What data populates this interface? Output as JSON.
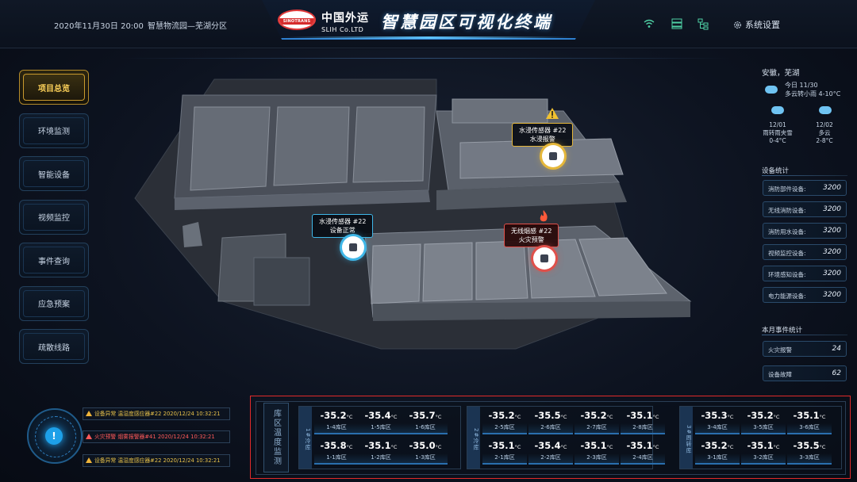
{
  "header": {
    "datetime": "2020年11月30日 20:00",
    "location": "智慧物流园—芜湖分区",
    "logo_text": "SINOTRANS",
    "brand_cn": "中国外运",
    "brand_en": "SLIH Co.LTD",
    "title": "智慧园区可视化终端",
    "settings_label": "系统设置",
    "icons": [
      "wifi-icon",
      "server-icon",
      "org-chart-icon",
      "gear-icon"
    ]
  },
  "nav": [
    {
      "label": "项目总览",
      "active": true
    },
    {
      "label": "环境监测",
      "active": false
    },
    {
      "label": "智能设备",
      "active": false
    },
    {
      "label": "视频监控",
      "active": false
    },
    {
      "label": "事件查询",
      "active": false
    },
    {
      "label": "应急预案",
      "active": false
    },
    {
      "label": "疏散线路",
      "active": false
    }
  ],
  "markers": [
    {
      "title": "水浸传感器 #22",
      "status": "水浸报警",
      "color": "yellow",
      "icon": "warning-icon"
    },
    {
      "title": "水浸传感器 #22",
      "status": "设备正常",
      "color": "cyan",
      "icon": "sensor-icon"
    },
    {
      "title": "无线烟感 #22",
      "status": "火灾预警",
      "color": "red",
      "icon": "fire-icon"
    }
  ],
  "weather": {
    "city": "安徽，芜湖",
    "today_label": "今日 11/30",
    "today_desc": "多云转小雨 4-10°C",
    "forecast": [
      {
        "date": "12/01",
        "desc": "雨转雨夹雪",
        "temp": "0-4°C"
      },
      {
        "date": "12/02",
        "desc": "多云",
        "temp": "2-8°C"
      }
    ]
  },
  "device_stats": {
    "title": "设备统计",
    "items": [
      {
        "label": "消防部件设备:",
        "value": "3200"
      },
      {
        "label": "无线消防设备:",
        "value": "3200"
      },
      {
        "label": "消防用水设备:",
        "value": "3200"
      },
      {
        "label": "视频监控设备:",
        "value": "3200"
      },
      {
        "label": "环境感知设备:",
        "value": "3200"
      },
      {
        "label": "电力能源设备:",
        "value": "3200"
      }
    ]
  },
  "event_stats": {
    "title": "本月事件统计",
    "items": [
      {
        "label": "火灾报警",
        "value": "24"
      },
      {
        "label": "设备故障",
        "value": "62"
      }
    ]
  },
  "alerts": [
    {
      "text": "设备异常 温湿度感应器#22 2020/12/24 10:32:21",
      "level": "warn"
    },
    {
      "text": "火灾预警 烟雾报警器#41 2020/12/24 10:32:21",
      "level": "fire"
    },
    {
      "text": "设备异常 温湿度感应器#22 2020/12/24 10:32:21",
      "level": "warn"
    }
  ],
  "temperature": {
    "panel_label": "库区温度监测",
    "unit": "°C",
    "groups": [
      {
        "label": "1#冷库",
        "cells": [
          {
            "value": "-35.2",
            "zone": "1-4库区"
          },
          {
            "value": "-35.4",
            "zone": "1-5库区"
          },
          {
            "value": "-35.7",
            "zone": "1-6库区"
          },
          {
            "value": "-35.8",
            "zone": "1-1库区"
          },
          {
            "value": "-35.1",
            "zone": "1-2库区"
          },
          {
            "value": "-35.0",
            "zone": "1-3库区"
          }
        ]
      },
      {
        "label": "2#冷库",
        "cells": [
          {
            "value": "-35.2",
            "zone": "2-5库区"
          },
          {
            "value": "-35.5",
            "zone": "2-6库区"
          },
          {
            "value": "-35.2",
            "zone": "2-7库区"
          },
          {
            "value": "-35.1",
            "zone": "2-8库区"
          },
          {
            "value": "-35.1",
            "zone": "2-1库区"
          },
          {
            "value": "-35.4",
            "zone": "2-2库区"
          },
          {
            "value": "-35.1",
            "zone": "2-3库区"
          },
          {
            "value": "-35.1",
            "zone": "2-4库区"
          }
        ]
      },
      {
        "label": "3#周转库",
        "cells": [
          {
            "value": "-35.3",
            "zone": "3-4库区"
          },
          {
            "value": "-35.2",
            "zone": "3-5库区"
          },
          {
            "value": "-35.1",
            "zone": "3-6库区"
          },
          {
            "value": "-35.2",
            "zone": "3-1库区"
          },
          {
            "value": "-35.1",
            "zone": "3-2库区"
          },
          {
            "value": "-35.5",
            "zone": "3-3库区"
          }
        ]
      }
    ]
  }
}
